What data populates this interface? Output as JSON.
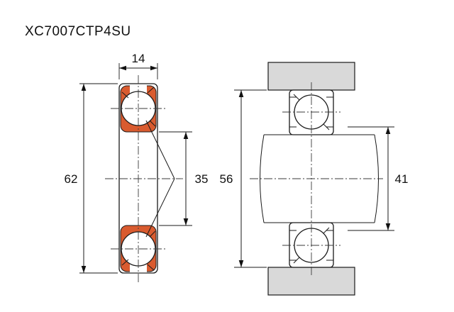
{
  "title": "XC7007CTP4SU",
  "colors": {
    "seal": "#d95b2f",
    "housing": "#d9d9d9"
  },
  "section_view": {
    "dims": {
      "width": "14",
      "outer_diameter": "62",
      "bore": "35"
    }
  },
  "mounted_view": {
    "dims": {
      "housing_shoulder": "56",
      "shaft_shoulder": "41"
    }
  }
}
